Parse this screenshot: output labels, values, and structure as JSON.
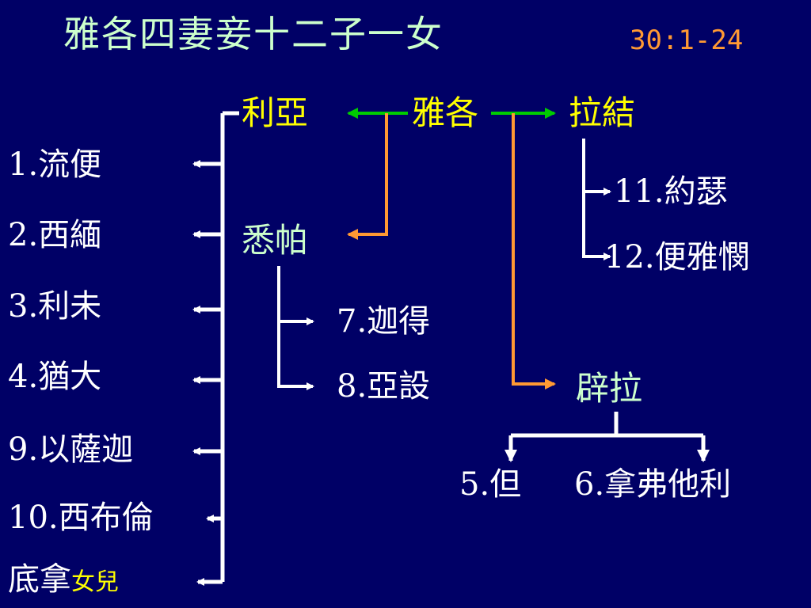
{
  "title": "雅各四妻妾十二子一女",
  "reference": "30:1-24",
  "parents": {
    "leah": "利亞",
    "jacob": "雅各",
    "rachel": "拉結",
    "zilpah": "悉帕",
    "bilhah": "辟拉"
  },
  "leah_children": [
    {
      "num": "1.",
      "name": "流便"
    },
    {
      "num": "2.",
      "name": "西緬"
    },
    {
      "num": "3.",
      "name": "利未"
    },
    {
      "num": "4.",
      "name": "猶大"
    },
    {
      "num": "9.",
      "name": "以薩迦"
    },
    {
      "num": "10.",
      "name": "西布倫"
    }
  ],
  "daughter": {
    "name": "底拿",
    "note": "女兒"
  },
  "zilpah_children": [
    {
      "num": "7.",
      "name": "迦得"
    },
    {
      "num": "8.",
      "name": "亞設"
    }
  ],
  "rachel_children": [
    {
      "num": "11.",
      "name": "約瑟"
    },
    {
      "num": "12.",
      "name": "便雅憫"
    }
  ],
  "bilhah_children": [
    {
      "num": "5.",
      "name": "但"
    },
    {
      "num": "6.",
      "name": "拿弗他利"
    }
  ],
  "colors": {
    "background": "#000066",
    "title": "#ccffcc",
    "reference": "#ff9933",
    "wife_leah_rachel_jacob": "#ffff00",
    "concubine": "#ccffcc",
    "lines_white": "#ffffff",
    "lines_green": "#00cc00",
    "lines_orange": "#ff9933"
  }
}
